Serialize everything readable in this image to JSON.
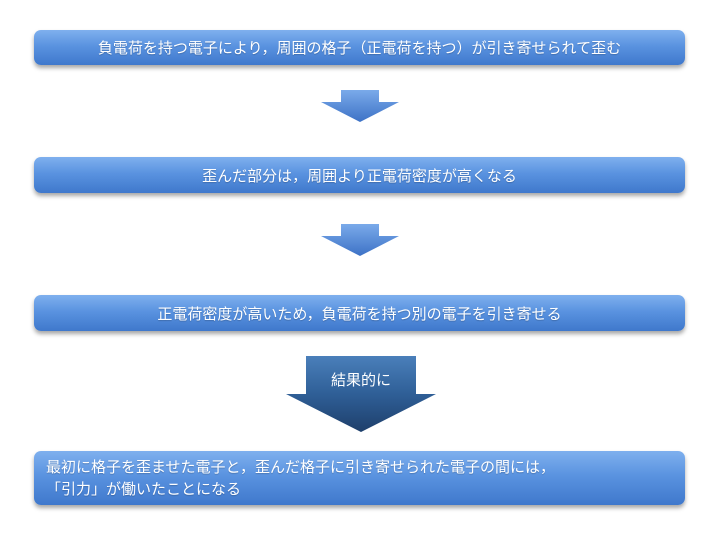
{
  "steps": [
    {
      "text": "負電荷を持つ電子により，周囲の格子（正電荷を持つ）が引き寄せられて歪む"
    },
    {
      "text": "歪んだ部分は，周囲より正電荷密度が高くなる"
    },
    {
      "text": "正電荷密度が高いため，負電荷を持つ別の電子を引き寄せる"
    },
    {
      "line1": "最初に格子を歪ませた電子と，歪んだ格子に引き寄せられた電子の間には，",
      "line2": "「引力」が働いたことになる"
    }
  ],
  "transition": {
    "label": "結果的に"
  },
  "colors": {
    "box_top": "#7fb0ee",
    "box_bottom": "#3f78cc",
    "arrow_top": "#7aaaea",
    "arrow_bottom": "#3d72c6",
    "big_arrow_top": "#3b6fa8",
    "big_arrow_bottom": "#1e3f6b"
  }
}
